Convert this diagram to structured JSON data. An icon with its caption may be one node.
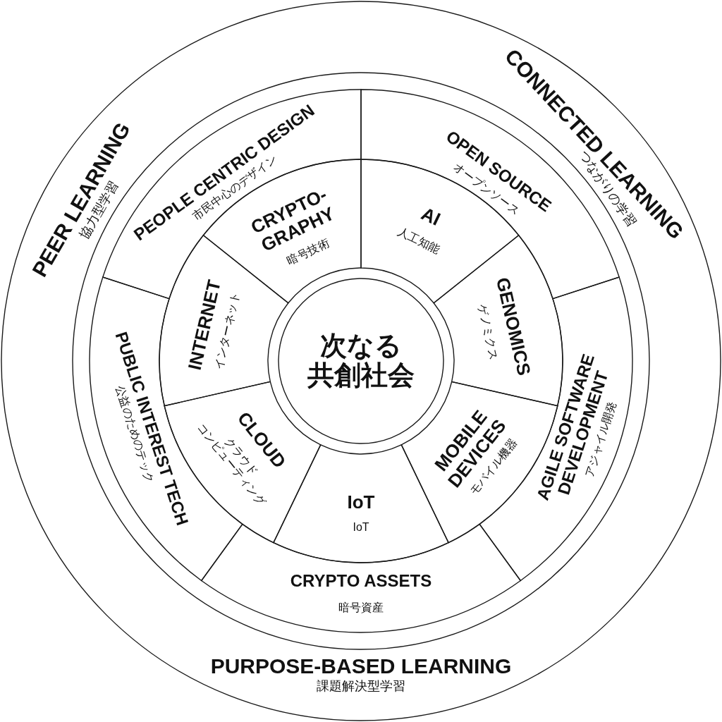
{
  "diagram": {
    "nodes": [
      {
        "text": [
          "PEER LEARNING",
          "協力型学習",
          "CONNECTED LEARNING",
          "つながりの学習",
          "PURPOSE-BASED LEARNING",
          "課題解決型学習"
        ]
      },
      {
        "text": [
          "PEOPLE CENTRIC DESIGN",
          "市民中心のデザイン"
        ],
        "in": 0
      },
      {
        "text": [
          "OPEN SOURCE",
          "オープンソース"
        ],
        "in": 0
      },
      {
        "text": [
          "CRYPTO- GRAPHY",
          "暗号技術"
        ],
        "in": 0
      },
      {
        "text": [
          "AI",
          "人工知能"
        ],
        "in": 0
      },
      {
        "text": [
          "INTERNET",
          "インターネット"
        ],
        "in": 0
      },
      {
        "text": [
          "次なる共創社会"
        ],
        "in": 0
      },
      {
        "text": [
          "GENOMICS",
          "ゲノミクス"
        ],
        "in": 0
      },
      {
        "text": [
          "PUBLIC INTEREST TECH",
          "公益のためのテック"
        ],
        "in": 0
      },
      {
        "text": [
          "AGILE SOFTWARE DEVELOPMENT",
          "アジャイル開発"
        ],
        "in": 0
      },
      {
        "text": [
          "CLOUD",
          "クラウドコンピューティング"
        ],
        "in": 0
      },
      {
        "text": [
          "MOBILE DEVICES",
          "モバイル機器"
        ],
        "in": 0
      },
      {
        "text": [
          "IoT",
          "IoT"
        ],
        "in": 0
      },
      {
        "text": [
          "CRYPTO ASSETS",
          "暗号資産"
        ],
        "in": 0
      }
    ]
  }
}
